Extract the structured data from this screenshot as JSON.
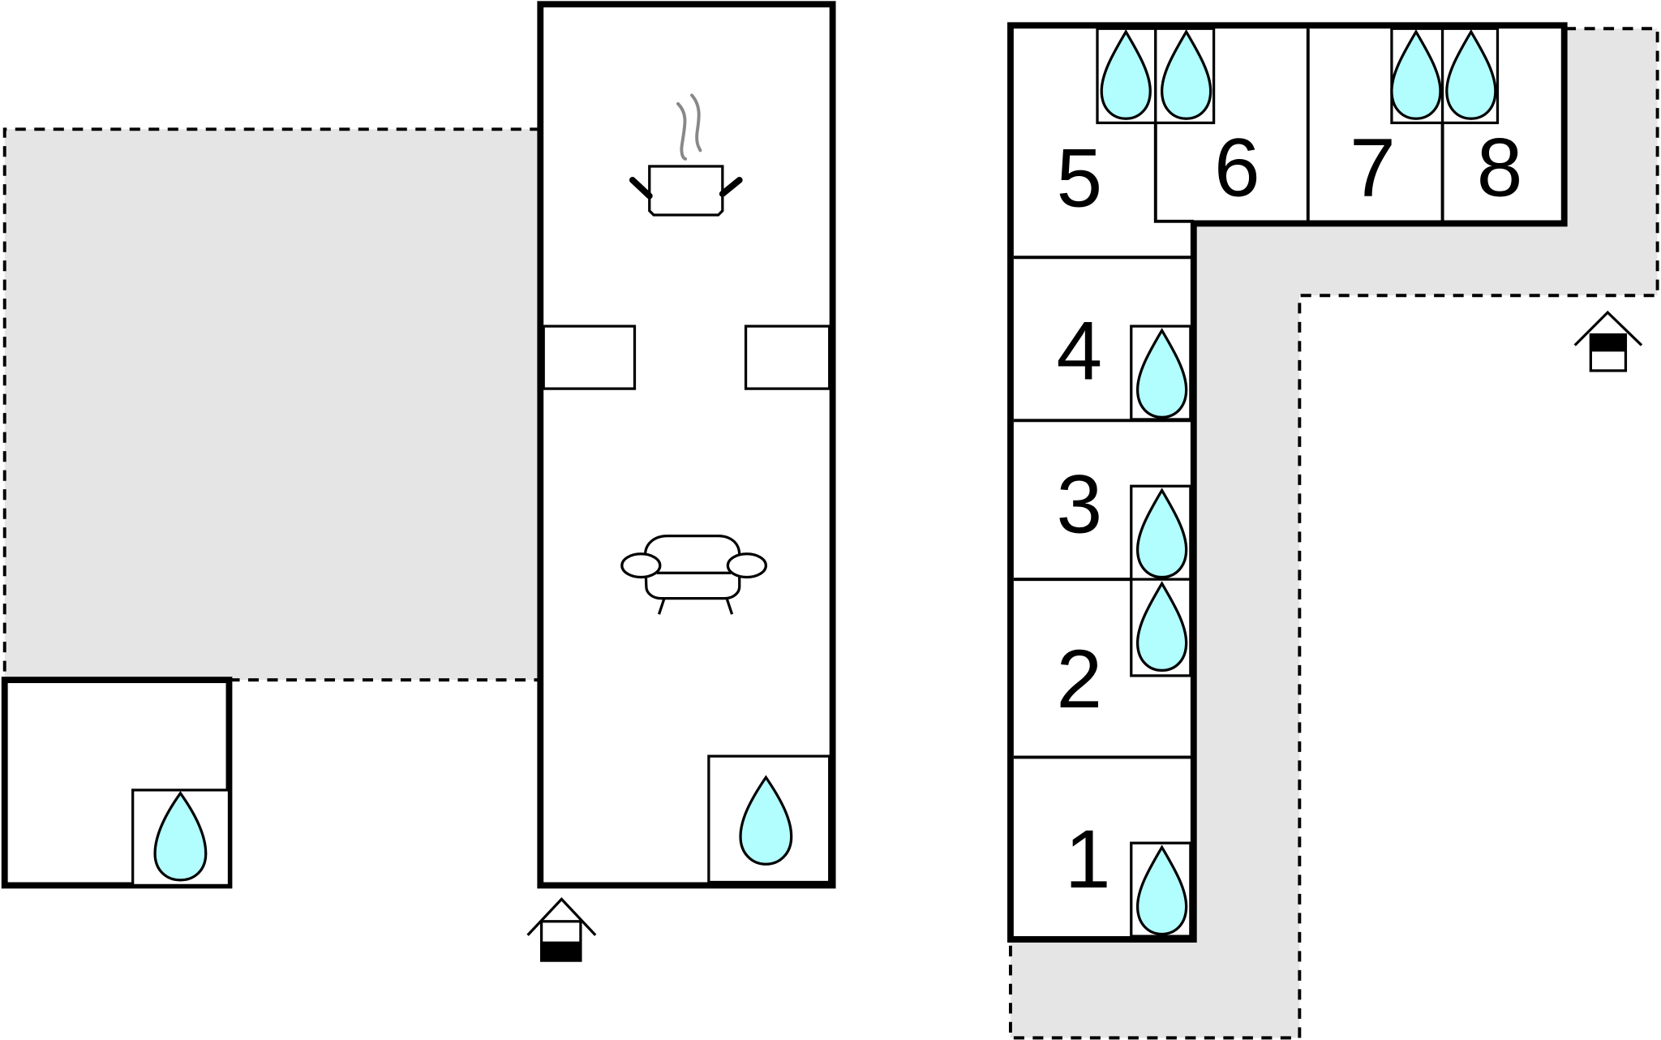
{
  "plan": {
    "type": "floor-plan",
    "colors": {
      "wall": "#000000",
      "terrace": "#e5e5e5",
      "water": "#b2fdfd",
      "steam": "#888888",
      "background": "#ffffff"
    },
    "rooms": [
      {
        "id": "1",
        "label": "1"
      },
      {
        "id": "2",
        "label": "2"
      },
      {
        "id": "3",
        "label": "3"
      },
      {
        "id": "4",
        "label": "4"
      },
      {
        "id": "5",
        "label": "5"
      },
      {
        "id": "6",
        "label": "6"
      },
      {
        "id": "7",
        "label": "7"
      },
      {
        "id": "8",
        "label": "8"
      }
    ],
    "icons": {
      "kitchen": "cooking-pot-icon",
      "living": "sofa-icon",
      "bathroom": "water-drop-icon",
      "entrance": "house-entrance-icon"
    }
  }
}
